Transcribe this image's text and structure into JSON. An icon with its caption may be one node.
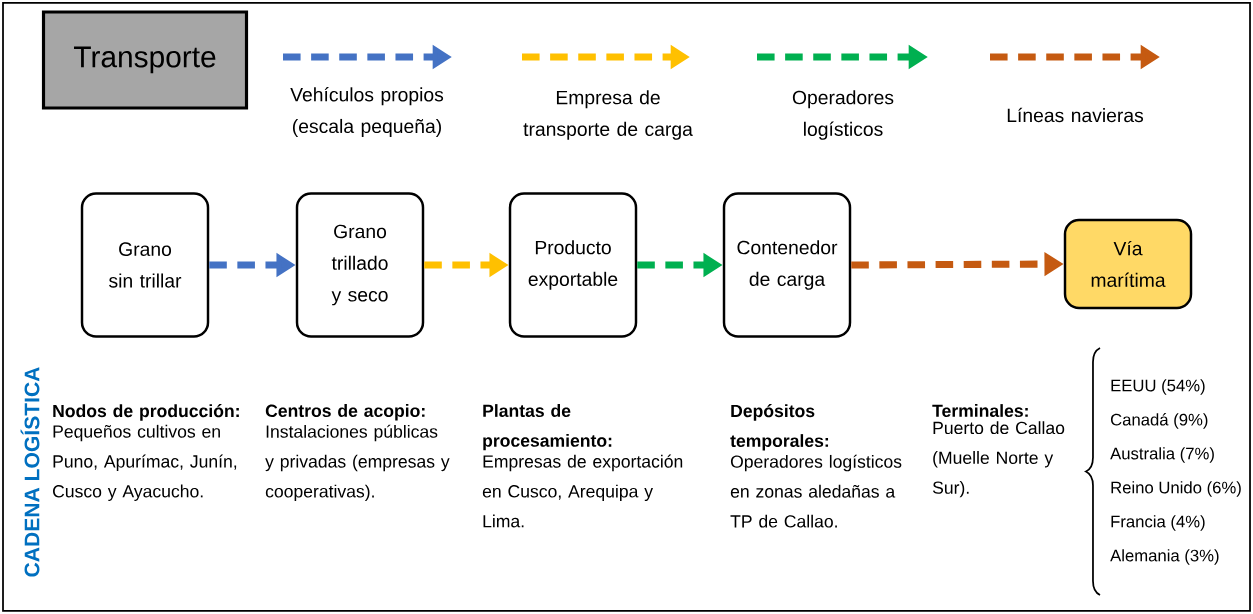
{
  "diagram": {
    "nodes": [
      {
        "text": [
          "Transporte"
        ]
      },
      {
        "text": [
          "Grano sin trillar"
        ]
      },
      {
        "text": [
          "Grano trillado y seco"
        ]
      },
      {
        "text": [
          "Producto exportable"
        ]
      },
      {
        "text": [
          "Contenedor de carga"
        ]
      },
      {
        "text": [
          "Vía marítima"
        ]
      }
    ],
    "edges": [
      {
        "from": 1,
        "to": 2,
        "arrow": "to",
        "style": "dashed",
        "color": "#4472c4"
      },
      {
        "from": 2,
        "to": 3,
        "arrow": "to",
        "style": "dashed",
        "color": "#ffc000"
      },
      {
        "from": 3,
        "to": 4,
        "arrow": "to",
        "style": "dashed",
        "color": "#00b050"
      },
      {
        "from": 4,
        "to": 5,
        "arrow": "to",
        "style": "dashed",
        "color": "#c55a11"
      }
    ],
    "labels": [
      "CADENA LOGÍSTICA",
      "Nodos de producción:",
      "Pequeños cultivos en Puno, Apurímac, Junín, Cusco y Ayacucho.",
      "Centros de acopio:",
      "Instalaciones públicas y privadas (empresas y cooperativas).",
      "Plantas de procesamiento:",
      "Empresas de exportación en Cusco, Arequipa y Lima.",
      "Depósitos temporales:",
      "Operadores logísticos en zonas aledañas a TP de Callao.",
      "Terminales:",
      "Puerto de Callao (Muelle Norte y Sur).",
      "EEUU (54%)",
      "Canadá (9%)",
      "Australia (7%)",
      "Reino Unido (6%)",
      "Francia (4%)",
      "Alemania (3%)"
    ],
    "legend": [
      {
        "text": "Vehículos propios (escala pequeña)",
        "color": "#4472c4"
      },
      {
        "text": "Empresa de transporte de carga",
        "color": "#ffc000"
      },
      {
        "text": "Operadores logísticos",
        "color": "#00b050"
      },
      {
        "text": "Líneas navieras",
        "color": "#c55a11"
      }
    ]
  }
}
